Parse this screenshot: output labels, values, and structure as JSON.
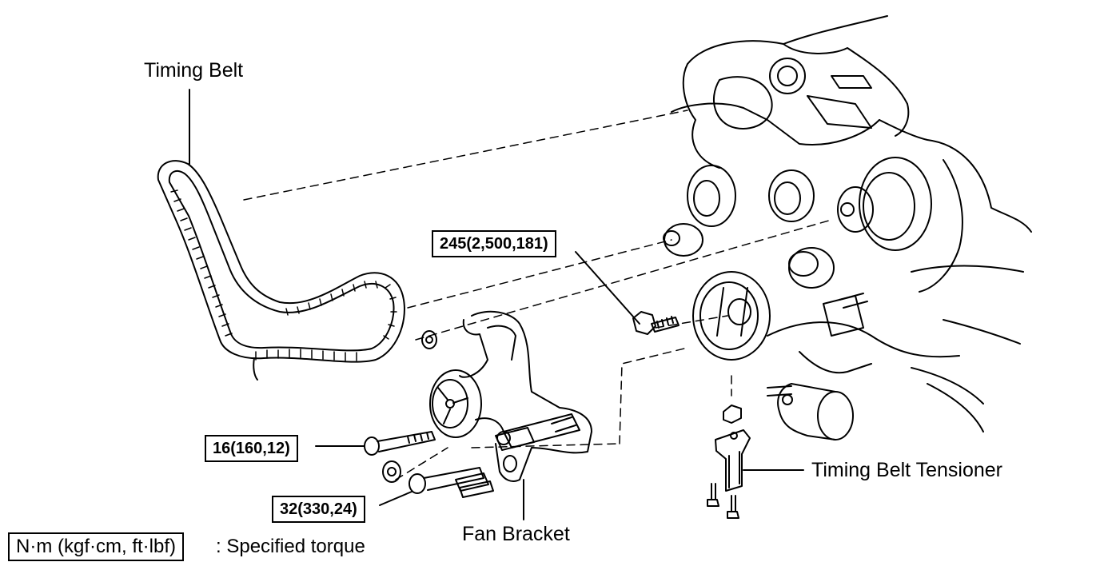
{
  "labels": {
    "timing_belt": "Timing Belt",
    "timing_belt_tensioner": "Timing Belt Tensioner",
    "fan_bracket": "Fan Bracket"
  },
  "torque_specs": {
    "crank_bolt": "245(2,500,181)",
    "bolt_16": "16(160,12)",
    "bolt_32": "32(330,24)"
  },
  "legend": {
    "unit_box": "N·m (kgf·cm, ft·lbf)",
    "description": ": Specified torque"
  }
}
